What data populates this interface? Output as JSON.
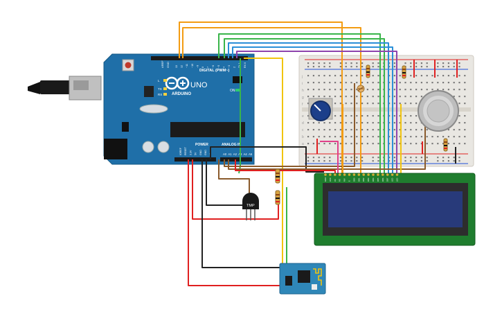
{
  "arduino": {
    "brand": "ARDUINO",
    "model": "UNO",
    "digital_header": "DIGITAL (PWM~)",
    "power_header": "POWER",
    "analog_header": "ANALOG IN",
    "status_led_l": "L",
    "status_led_tx": "TX",
    "status_led_rx": "RX",
    "on_label": "ON",
    "aref": "AREF",
    "gnd_top": "GND",
    "reset_label": "RESET",
    "pin_labels_top": [
      "13",
      "12",
      "~11",
      "~10",
      "~9",
      "8",
      "7",
      "~6",
      "~5",
      "4",
      "~3",
      "2",
      "TX 1",
      "RX 0"
    ],
    "pin_labels_power": [
      "IOREF",
      "RESET",
      "3.3V",
      "5V",
      "GND",
      "GND",
      "Vin"
    ],
    "pin_labels_analog": [
      "A0",
      "A1",
      "A2",
      "A3",
      "A4",
      "A5"
    ]
  },
  "components": {
    "temp_sensor_label": "TMP"
  },
  "breadboard": {
    "row_letters_top": [
      "j",
      "i",
      "h",
      "g",
      "f"
    ],
    "row_letters_bottom": [
      "e",
      "d",
      "c",
      "b",
      "a"
    ]
  },
  "lcd": {
    "pin_labels": [
      "GND",
      "VCC",
      "V0",
      "RS",
      "RW",
      "E",
      "DB0",
      "DB1",
      "DB2",
      "DB3",
      "DB4",
      "DB5",
      "DB6",
      "DB7",
      "LED",
      "LED"
    ]
  },
  "colors": {
    "arduino_board": "#1f6fa8",
    "lcd_pcb": "#1f7d2e",
    "lcd_screen": "#283a7a",
    "esp_module": "#2f87b8",
    "breadboard": "#e9e7e2",
    "wire_orange": "#f39c12",
    "wire_green": "#39b54a",
    "wire_blue": "#2a8fd8",
    "wire_purple": "#8e44ad",
    "wire_yellow": "#f1c40f",
    "wire_red": "#e02020",
    "wire_black": "#222222",
    "wire_brown": "#8a5a2b",
    "wire_pink": "#e0408a"
  }
}
